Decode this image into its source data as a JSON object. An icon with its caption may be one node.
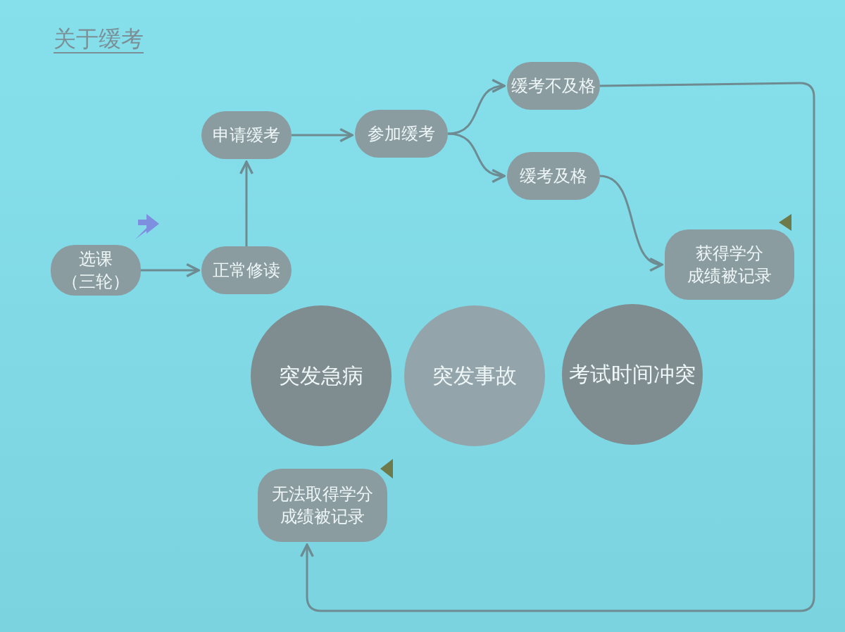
{
  "diagram": {
    "title": "关于缓考",
    "nodes": [
      {
        "text": [
          "选课",
          "（三轮）"
        ]
      },
      {
        "text": [
          "正常修读"
        ]
      },
      {
        "text": [
          "申请缓考"
        ]
      },
      {
        "text": [
          "参加缓考"
        ]
      },
      {
        "text": [
          "缓考不及格"
        ]
      },
      {
        "text": [
          "缓考及格"
        ]
      },
      {
        "text": [
          "获得学分",
          "成绩被记录"
        ]
      },
      {
        "text": [
          "突发急病"
        ]
      },
      {
        "text": [
          "突发事故"
        ]
      },
      {
        "text": [
          "考试时间冲突"
        ]
      },
      {
        "text": [
          "无法取得学分",
          "成绩被记录"
        ]
      }
    ],
    "edges": [
      {
        "from": 0,
        "to": 1,
        "arrow": "to"
      },
      {
        "from": 1,
        "to": 2,
        "arrow": "to"
      },
      {
        "from": 2,
        "to": 3,
        "arrow": "to"
      },
      {
        "from": 3,
        "to": 4,
        "arrow": "to"
      },
      {
        "from": 3,
        "to": 5,
        "arrow": "to"
      },
      {
        "from": 5,
        "to": 6,
        "arrow": "to"
      },
      {
        "from": 4,
        "to": 10,
        "arrow": "to"
      }
    ]
  }
}
